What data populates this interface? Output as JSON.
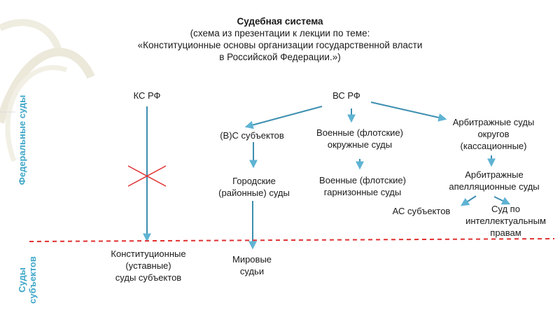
{
  "title": {
    "line1": "Судебная система",
    "line2": "(схема из презентации к лекции по теме:",
    "line3": "«Конституционные основы организации государственной власти",
    "line4": "в Российской Федерации.»)"
  },
  "side_labels": {
    "federal": "Федеральные суды",
    "subjects_line1": "Суды",
    "subjects_line2": "субъектов"
  },
  "nodes": {
    "ks": "КС РФ",
    "vs": "ВС РФ",
    "subject_courts": "(В)С субъектов",
    "military_district_1": "Военные (флотские)",
    "military_district_2": "окружные суды",
    "arbitr_district_1": "Арбитражные суды",
    "arbitr_district_2": "округов",
    "arbitr_district_3": "(кассационные)",
    "city_1": "Городские",
    "city_2": "(районные) суды",
    "military_garrison_1": "Военные (флотские)",
    "military_garrison_2": "гарнизонные суды",
    "arbitr_appeal_1": "Арбитражные",
    "arbitr_appeal_2": "апелляционные суды",
    "as_subjects": "АС субъектов",
    "ip_court_1": "Суд по",
    "ip_court_2": "интеллектуальным",
    "ip_court_3": "правам",
    "const_1": "Конституционные",
    "const_2": "(уставные)",
    "const_3": "суды субъектов",
    "magistrates_1": "Мировые",
    "magistrates_2": "судьи"
  },
  "colors": {
    "arrow": "#3d8fb0",
    "arrow_head": "#5fb3d3",
    "divider": "#e03030",
    "cross": "#e03030",
    "side_label": "#3fa6c8",
    "decor_ring": "#e9e5d6"
  }
}
